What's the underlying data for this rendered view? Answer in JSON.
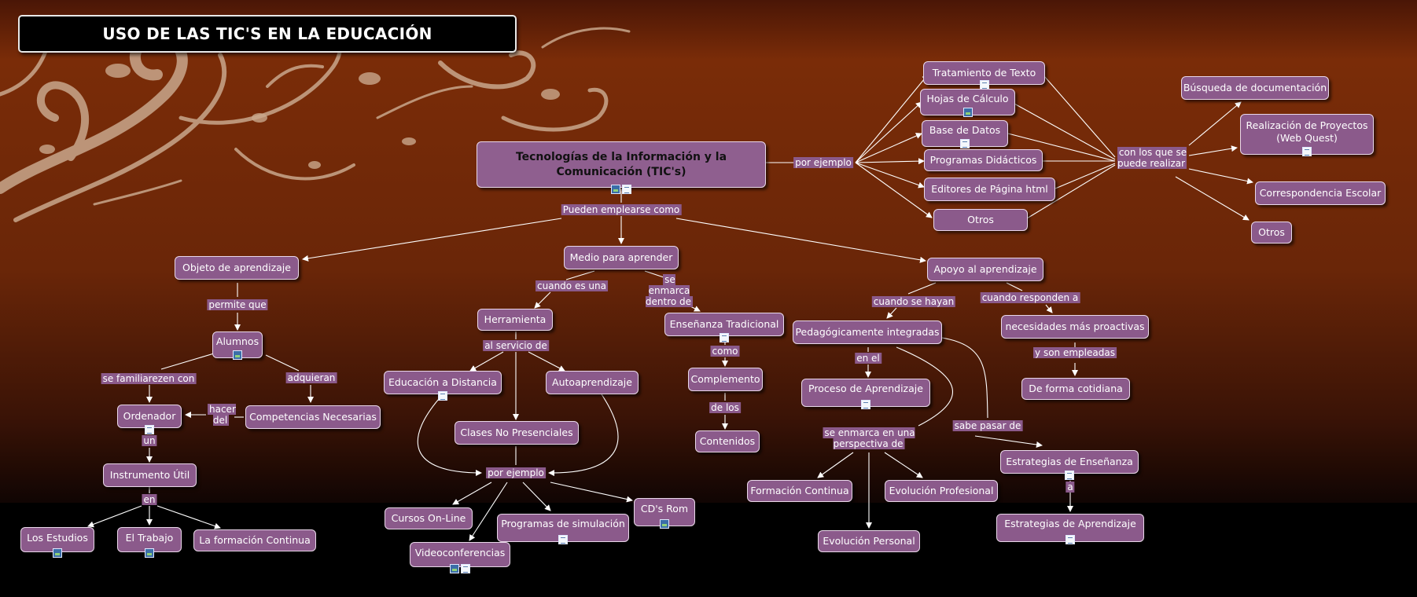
{
  "title": "USO DE LAS TIC'S EN LA EDUCACIÓN",
  "colors": {
    "node_fill": "#8b5a8b",
    "node_border": "#ead8ea",
    "line": "#ffffff",
    "title_fill": "#000000"
  },
  "nodes": {
    "tic": {
      "label": "Tecnologías de la Información y la Comunicación (TIC's)"
    },
    "tratamiento": {
      "label": "Tratamiento de Texto"
    },
    "hojas": {
      "label": "Hojas de Cálculo"
    },
    "base": {
      "label": "Base de Datos"
    },
    "programas_did": {
      "label": "Programas Didácticos"
    },
    "editores": {
      "label": "Editores de Página html"
    },
    "otros1": {
      "label": "Otros"
    },
    "busqueda": {
      "label": "Búsqueda de documentación"
    },
    "realizacion": {
      "label": "Realización de Proyectos (Web Quest)"
    },
    "correspondencia": {
      "label": "Correspondencia Escolar"
    },
    "otros2": {
      "label": "Otros"
    },
    "objeto": {
      "label": "Objeto de aprendizaje"
    },
    "medio": {
      "label": "Medio para aprender"
    },
    "apoyo": {
      "label": "Apoyo al aprendizaje"
    },
    "alumnos": {
      "label": "Alumnos"
    },
    "ordenador": {
      "label": "Ordenador"
    },
    "competencias": {
      "label": "Competencias Necesarias"
    },
    "instrumento": {
      "label": "Instrumento Útil"
    },
    "estudios": {
      "label": "Los Estudios"
    },
    "trabajo": {
      "label": "El Trabajo"
    },
    "formacion_c1": {
      "label": "La formación Continua"
    },
    "herramienta": {
      "label": "Herramienta"
    },
    "educacion": {
      "label": "Educación a Distancia"
    },
    "autoaprendizaje": {
      "label": "Autoaprendizaje"
    },
    "clases": {
      "label": "Clases No Presenciales"
    },
    "cursos": {
      "label": "Cursos On-Line"
    },
    "simulacion": {
      "label": "Programas de simulación"
    },
    "cds": {
      "label": "CD's Rom"
    },
    "videoconf": {
      "label": "Videoconferencias"
    },
    "ensenanza_trad": {
      "label": "Enseñanza Tradicional"
    },
    "complemento": {
      "label": "Complemento"
    },
    "contenidos": {
      "label": "Contenidos"
    },
    "pedagog": {
      "label": "Pedagógicamente integradas"
    },
    "proceso": {
      "label": "Proceso de Aprendizaje"
    },
    "formacion_c2": {
      "label": "Formación Continua"
    },
    "evol_prof": {
      "label": "Evolución Profesional"
    },
    "evol_pers": {
      "label": "Evolución Personal"
    },
    "necesidades": {
      "label": "necesidades más proactivas"
    },
    "cotidiana": {
      "label": "De forma cotidiana"
    },
    "estr_ens": {
      "label": "Estrategias de Enseñanza"
    },
    "estr_apr": {
      "label": "Estrategias de Aprendizaje"
    }
  },
  "links": {
    "por_ejemplo_1": "por ejemplo",
    "con_los_que": "con los que se puede realizar",
    "pueden": "Pueden emplearse como",
    "permite": "permite que",
    "familiaricen": "se familiarezen con",
    "adquieran": "adquieran",
    "hacer_del": "hacer del",
    "un": "un",
    "en": "en",
    "cuando_es": "cuando es una",
    "se_enmarca": "se enmarca dentro de",
    "al_servicio": "al servicio de",
    "por_ejemplo_2": "por ejemplo",
    "como": "como",
    "de_los": "de los",
    "cuando_se_hayan": "cuando se hayan",
    "cuando_responden": "cuando responden a",
    "en_el": "en el",
    "enmarca_persp": "se enmarca en una perspectiva de",
    "sabe_pasar": "sabe pasar de",
    "y_son": "y son empleadas",
    "a": "a"
  }
}
